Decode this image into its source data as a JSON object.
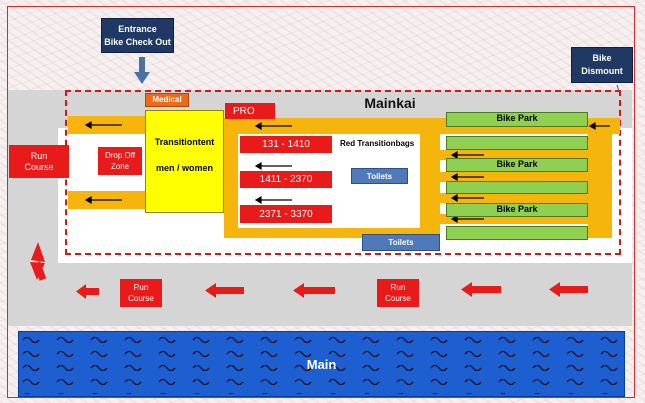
{
  "entrance": {
    "line1": "Entrance",
    "line2": "Bike Check Out"
  },
  "bike_dismount": {
    "line1": "Bike",
    "line2": "Dismount"
  },
  "labels": {
    "mainkai": "Mainkai",
    "medical": "Medical",
    "pro": "PRO",
    "transition_tent_1": "Transitiontent",
    "transition_tent_2": "men / women",
    "drop_off_1": "Drop Off",
    "drop_off_2": "Zone",
    "red_transitionbags": "Red Transitionbags",
    "toilets_1": "Toilets",
    "toilets_2": "Toilets",
    "bike_park_1": "Bike Park",
    "bike_park_2": "Bike Park",
    "bike_park_3": "Bike Park",
    "main": "Main"
  },
  "bag_ranges": [
    "131 - 1410",
    "1411 - 2370",
    "2371 - 3370"
  ],
  "run_course": {
    "line1": "Run",
    "line2": "Course"
  },
  "colors": {
    "road": "#d5d5d5",
    "perimeter": "#d01a1a",
    "route": "#f5b50c",
    "bike_park": "#8fcf52",
    "transition_tent": "#ffff00",
    "bag_block": "#e81a1a",
    "toilets": "#4f79b8",
    "river": "#1d5fd0",
    "label_box": "#1f3864",
    "medical": "#ef6a18"
  }
}
